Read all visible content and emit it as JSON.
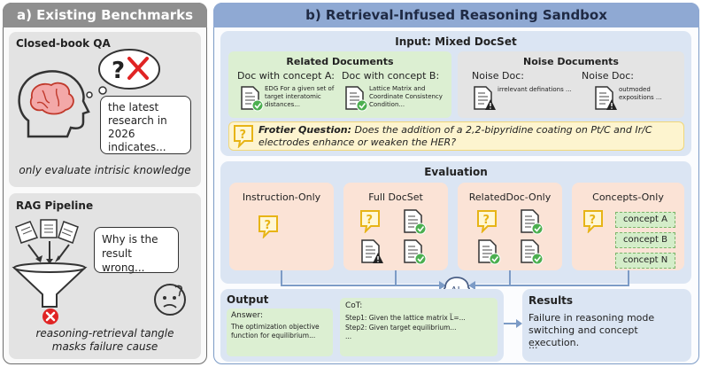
{
  "left_panel": {
    "title": "a) Existing Benchmarks",
    "closed_book": {
      "title": "Closed-book QA",
      "bubble_text": "the latest research in 2026 indicates...",
      "caption": "only evaluate intrisic knowledge"
    },
    "rag": {
      "title": "RAG Pipeline",
      "bubble_text": "Why is the result wrong...",
      "caption_line1": "reasoning-retrieval tangle",
      "caption_line2": "masks failure cause"
    }
  },
  "right_panel": {
    "title": "b) Retrieval-Infused Reasoning Sandbox",
    "input": {
      "title": "Input: Mixed DocSet",
      "related": {
        "title": "Related Documents",
        "doc_a_label": "Doc with concept A:",
        "doc_a_text": "EDG For a given set of target interatomic distances...",
        "doc_b_label": "Doc with concept B:",
        "doc_b_text": "Lattice Matrix and Coordinate Consistency Condition..."
      },
      "noise": {
        "title": "Noise Documents",
        "doc1_label": "Noise Doc:",
        "doc1_text": "irrelevant definations ...",
        "doc2_label": "Noise Doc:",
        "doc2_text": "outmoded expositions ..."
      },
      "question": {
        "label": "Frotier Question:",
        "text": "Does the addition of a 2,2-bipyridine coating on Pt/C and Ir/C electrodes enhance or weaken the HER?"
      }
    },
    "evaluation": {
      "title": "Evaluation",
      "settings": [
        "Instruction-Only",
        "Full DocSet",
        "RelatedDoc-Only",
        "Concepts-Only"
      ],
      "concepts": [
        "concept A",
        "concept B",
        "concept N"
      ],
      "ai_label": "AI"
    },
    "output": {
      "title": "Output",
      "answer_label": "Answer:",
      "answer_text": "The optimization objective function for equilibrium...",
      "cot_label": "CoT:",
      "cot_step1": "Step1: Given the lattice matrix L̃=...",
      "cot_step2": "Step2: Given target equilibrium...",
      "cot_more": "..."
    },
    "results": {
      "title": "Results",
      "text": "Failure in reasoning mode switching and concept execution.",
      "more": "..."
    }
  },
  "colors": {
    "left_header": "#8f8f8f",
    "right_header": "#8fa9d3",
    "related_bg": "#dcefd2",
    "question_bg": "#fdf4cf",
    "eval_card_bg": "#fbe3d6",
    "arrow": "#7c9bc6"
  }
}
